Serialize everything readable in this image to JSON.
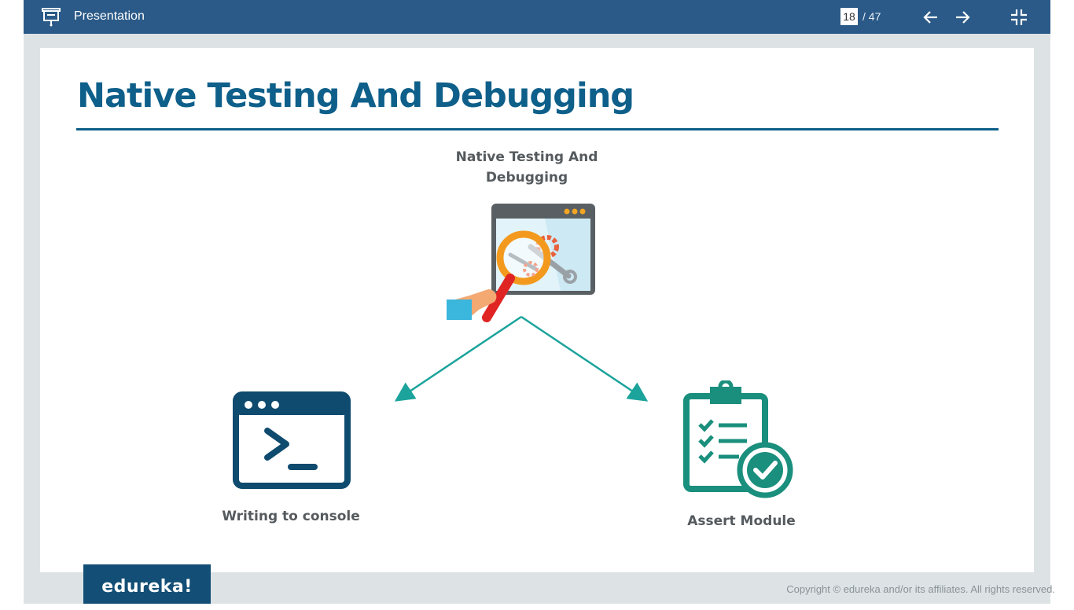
{
  "app": {
    "title": "Presentation",
    "current_page": "18",
    "total_pages": "/ 47"
  },
  "slide": {
    "title": "Native Testing And Debugging",
    "root_label_line1": "Native Testing And",
    "root_label_line2": "Debugging",
    "left_label": "Writing to console",
    "right_label": "Assert Module"
  },
  "footer": {
    "copyright": "Copyright © edureka and/or its affiliates. All rights reserved.",
    "logo_text": "edureka!"
  },
  "colors": {
    "topbar": "#2b5a88",
    "title": "#0e5f8a",
    "arrow": "#1ba39c",
    "console_icon": "#0f4b6e",
    "assert_icon": "#1a8f7d"
  }
}
